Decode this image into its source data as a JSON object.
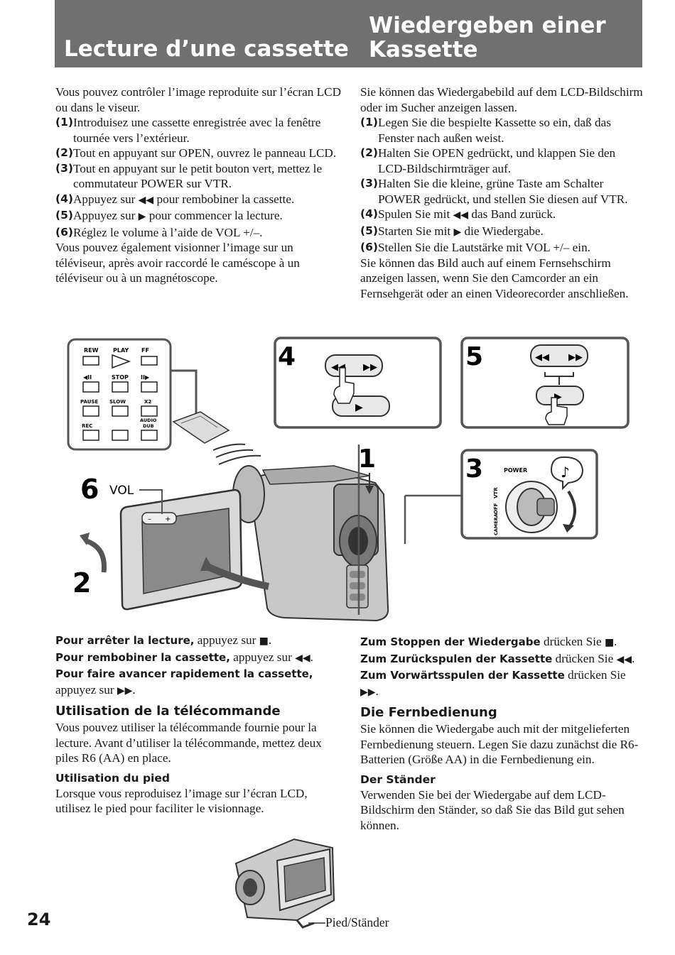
{
  "header": {
    "title_fr": "Lecture d’une cassette",
    "title_de_line1": "Wiedergeben einer",
    "title_de_line2": "Kassette"
  },
  "fr": {
    "intro": "Vous pouvez contrôler l’image reproduite sur l’écran LCD ou dans le viseur.",
    "steps": [
      {
        "n": "(1)",
        "text": "Introduisez une cassette enregistrée avec la fenêtre tournée vers l’extérieur."
      },
      {
        "n": "(2)",
        "text": "Tout en appuyant sur OPEN, ouvrez le panneau LCD."
      },
      {
        "n": "(3)",
        "text": "Tout en appuyant sur le petit bouton vert, mettez le commutateur POWER sur VTR."
      },
      {
        "n": "(4)",
        "text_a": "Appuyez sur",
        "glyph": "◀◀",
        "text_b": "pour rembobiner la cassette."
      },
      {
        "n": "(5)",
        "text_a": "Appuyez sur",
        "glyph": "▶",
        "text_b": "pour commencer la lecture."
      },
      {
        "n": "(6)",
        "text": "Réglez le volume à l’aide de VOL +/–."
      }
    ],
    "outro": "Vous pouvez également visionner l’image sur un téléviseur, après avoir raccordé le caméscope à un téléviseur ou à un magnétoscope.",
    "stop_b": "Pour arrêter la lecture,",
    "stop_t": "appuyez sur",
    "stop_g": "■",
    "stop_end": ".",
    "rew_b": "Pour rembobiner la cassette,",
    "rew_t": "appuyez sur",
    "rew_g": "◀◀",
    "rew_end": ".",
    "ff_b": "Pour faire avancer rapidement la cassette,",
    "ff_t": "appuyez sur",
    "ff_g": "▶▶",
    "ff_end": ".",
    "remote_h": "Utilisation de la télécommande",
    "remote_t": "Vous pouvez utiliser la télécommande fournie pour la lecture. Avant d’utiliser la télécommande, mettez deux piles R6 (AA) en place.",
    "stand_h": "Utilisation du pied",
    "stand_t": "Lorsque vous reproduisez l’image sur l’écran LCD, utilisez le pied pour faciliter le visionnage."
  },
  "de": {
    "intro": "Sie können das Wiedergabebild auf dem LCD-Bildschirm oder im Sucher anzeigen lassen.",
    "steps": [
      {
        "n": "(1)",
        "text": "Legen Sie die bespielte Kassette so ein, daß das Fenster nach außen weist."
      },
      {
        "n": "(2)",
        "text": "Halten Sie OPEN gedrückt, und klappen Sie den LCD-Bildschirmträger auf."
      },
      {
        "n": "(3)",
        "text": "Halten Sie die kleine, grüne Taste am Schalter POWER gedrückt, und stellen Sie diesen auf VTR."
      },
      {
        "n": "(4)",
        "text_a": "Spulen Sie mit",
        "glyph": "◀◀",
        "text_b": "das Band zurück."
      },
      {
        "n": "(5)",
        "text_a": "Starten Sie mit",
        "glyph": "▶",
        "text_b": "die Wiedergabe."
      },
      {
        "n": "(6)",
        "text": "Stellen Sie die Lautstärke mit VOL +/– ein."
      }
    ],
    "outro": "Sie können das Bild auch auf einem Fernsehschirm anzeigen lassen, wenn Sie den Camcorder an ein Fernsehgerät oder an einen Videorecorder anschließen.",
    "stop_b": "Zum Stoppen der Wiedergabe",
    "stop_t": "drücken Sie",
    "stop_g": "■",
    "stop_end": ".",
    "rew_b": "Zum Zurückspulen der Kassette",
    "rew_t": "drücken Sie",
    "rew_g": "◀◀",
    "rew_end": ".",
    "ff_b": "Zum Vorwärtsspulen der Kassette",
    "ff_t": "drücken Sie",
    "ff_g": "▶▶",
    "ff_end": ".",
    "remote_h": "Die Fernbedienung",
    "remote_t": "Sie können die Wiedergabe auch mit der mitgelieferten Fernbedienung steuern. Legen Sie dazu zunächst die R6-Batterien (Größe AA) in die Fernbedienung ein.",
    "stand_h": "Der Ständer",
    "stand_t": "Verwenden Sie bei der Wiedergabe auf dem LCD-Bildschirm den Ständer, so daß Sie das Bild gut sehen können."
  },
  "figure": {
    "remote_labels": {
      "rew": "REW",
      "play": "PLAY",
      "ff": "FF",
      "stop": "STOP",
      "pause": "PAUSE",
      "slow": "SLOW",
      "x2": "X2",
      "rec": "REC",
      "audio": "AUDIO",
      "dub": "DUB"
    },
    "step_numbers": [
      "1",
      "2",
      "3",
      "4",
      "5",
      "6"
    ],
    "vol_label": "VOL",
    "power_label": "POWER",
    "vtr_label": "VTR",
    "off_label": "OFF",
    "camera_label": "CAMERA"
  },
  "footer": {
    "page": "24",
    "caption": "Pied/Ständer"
  }
}
